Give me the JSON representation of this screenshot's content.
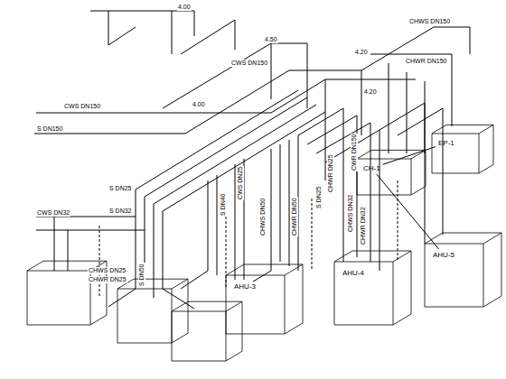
{
  "diagram": {
    "nodes": [
      {
        "text": [
          "EP-1"
        ]
      },
      {
        "text": [
          "CH-1"
        ]
      },
      {
        "text": [
          "AHU-5"
        ]
      },
      {
        "text": [
          "AHU-4"
        ]
      },
      {
        "text": [
          "AHU-3"
        ]
      }
    ],
    "edges": [
      {
        "from": 1,
        "to": 0,
        "arrow": "none"
      },
      {
        "from": 1,
        "to": 2,
        "arrow": "none"
      }
    ],
    "labels": [
      "4.00",
      "4.50",
      "4.20",
      "4.20",
      "4.00",
      "CWS DN150",
      "CHWS DN150",
      "CHWR DN150",
      "CWR DN150",
      "CWS DN150",
      "S DN150",
      "S DN25",
      "S DN32",
      "CWS DN32",
      "S DN40",
      "CHWS DN25",
      "CHWR DN25",
      "S DN50",
      "CHWS DN50",
      "CHWR DN50",
      "CHWS DN32",
      "CHWR DN32",
      "S DN25",
      "CWS DN25",
      "CHWR DN25"
    ]
  }
}
